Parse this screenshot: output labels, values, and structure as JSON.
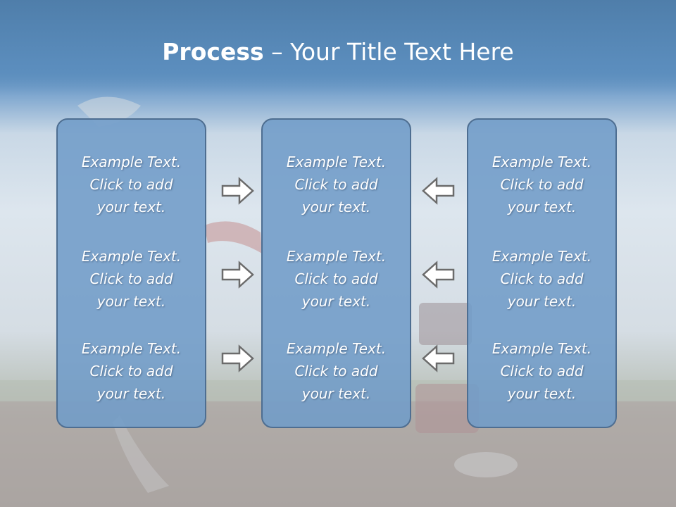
{
  "title": {
    "bold": "Process",
    "rest": " – Your Title Text Here"
  },
  "columns": [
    {
      "items": [
        {
          "line1": "Example Text.",
          "line2": "Click  to add",
          "line3": "your text."
        },
        {
          "line1": "Example Text.",
          "line2": "Click  to add",
          "line3": "your text."
        },
        {
          "line1": "Example Text.",
          "line2": "Click  to add",
          "line3": "your text."
        }
      ]
    },
    {
      "items": [
        {
          "line1": "Example Text.",
          "line2": "Click  to add",
          "line3": "your text."
        },
        {
          "line1": "Example Text.",
          "line2": "Click  to add",
          "line3": "your text."
        },
        {
          "line1": "Example Text.",
          "line2": "Click  to add",
          "line3": "your text."
        }
      ]
    },
    {
      "items": [
        {
          "line1": "Example Text.",
          "line2": "Click  to add",
          "line3": "your text."
        },
        {
          "line1": "Example Text.",
          "line2": "Click  to add",
          "line3": "your text."
        },
        {
          "line1": "Example Text.",
          "line2": "Click  to add",
          "line3": "your text."
        }
      ]
    }
  ],
  "colors": {
    "title_band": "#5b8dbd",
    "panel_fill": "#719cc8",
    "panel_border": "#4e6e91",
    "arrow_fill": "#ffffff",
    "arrow_stroke": "#6b6b6b"
  },
  "arrows": {
    "left_group": "arrow-right",
    "right_group": "arrow-left"
  }
}
